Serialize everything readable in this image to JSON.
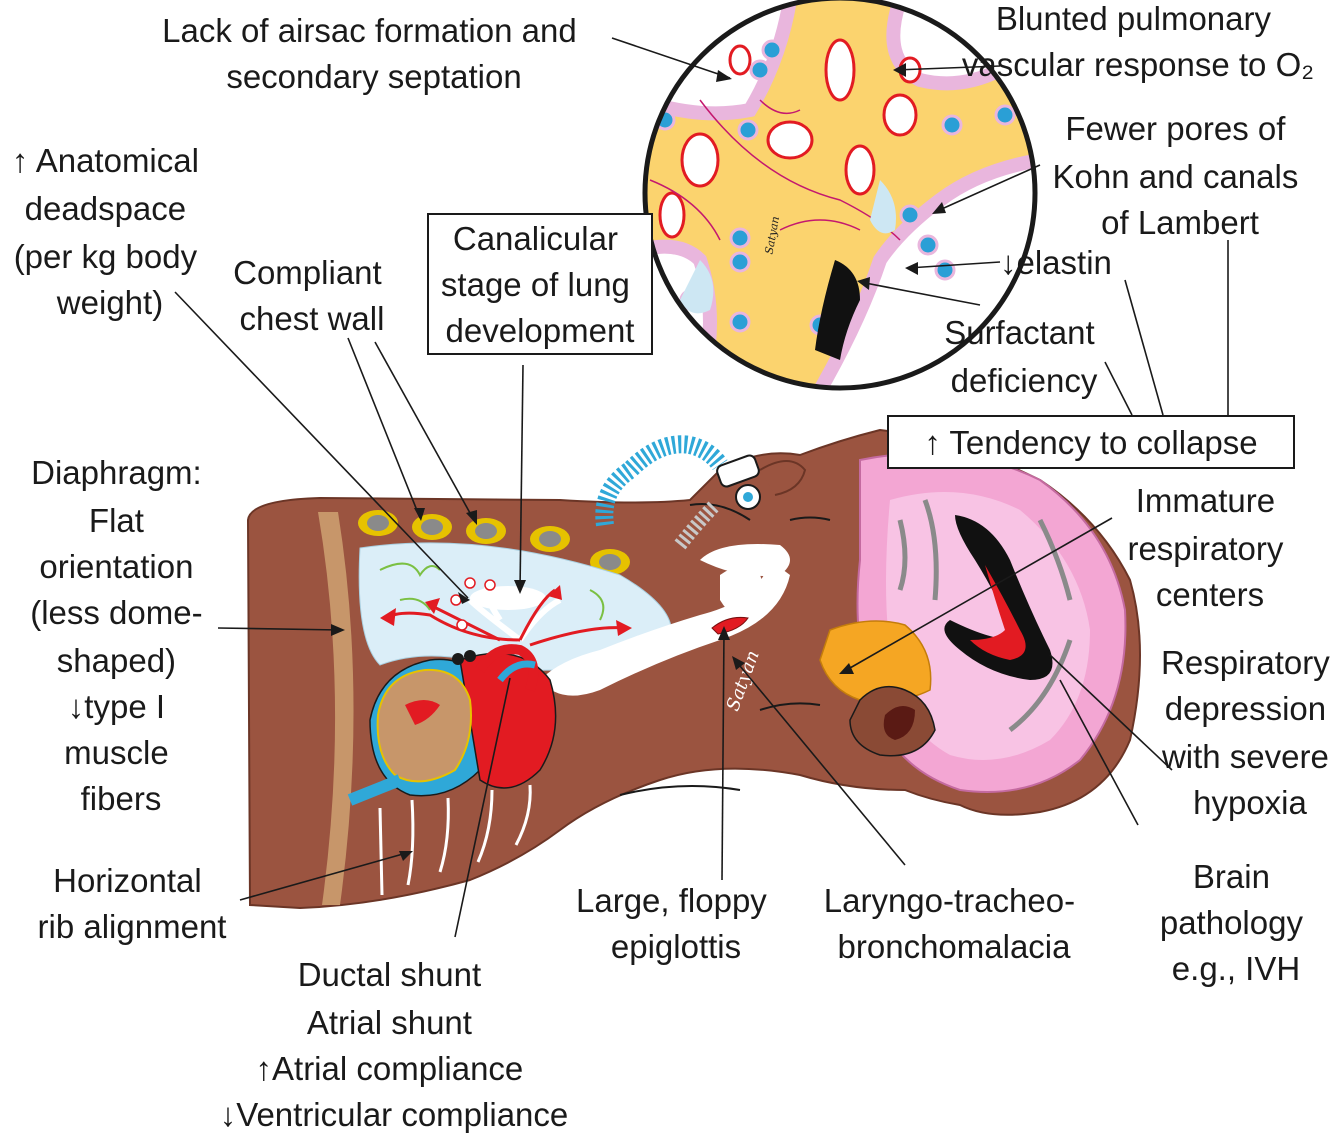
{
  "colors": {
    "skin": "#9b5440",
    "skin_dark": "#7a3e2e",
    "lung_fill": "#dbeef8",
    "alveolar_tissue": "#fbd36e",
    "alveolar_lining": "#e9b6dd",
    "cell_blue": "#2a9fd6",
    "vessel_red": "#e21b22",
    "brain_pink": "#f3a6d3",
    "cerebellum_orange": "#f5a623",
    "tube_blue": "#2fa8d8",
    "label_text": "#1a1a1a"
  },
  "labels": {
    "airsac": [
      "Lack of airsac formation and",
      "secondary septation"
    ],
    "blunted": [
      "Blunted pulmonary",
      "vascular response to O₂"
    ],
    "fewer_pores": [
      "Fewer pores of",
      "Kohn and canals",
      "of Lambert"
    ],
    "elastin": "↓elastin",
    "surfactant": [
      "Surfactant",
      "deficiency"
    ],
    "collapse": "↑ Tendency to collapse",
    "deadspace": [
      "↑ Anatomical",
      "deadspace",
      "(per kg body",
      "weight)"
    ],
    "chest_wall": [
      "Compliant",
      "chest wall"
    ],
    "canalicular": [
      "Canalicular",
      "stage of lung",
      "development"
    ],
    "diaphragm": [
      "Diaphragm:",
      "Flat",
      "orientation",
      "(less dome-",
      "shaped)",
      "↓type I",
      "muscle",
      "fibers"
    ],
    "rib": [
      "Horizontal",
      "rib alignment"
    ],
    "shunts": [
      "Ductal shunt",
      "Atrial shunt",
      "↑Atrial compliance",
      "↓Ventricular compliance"
    ],
    "epiglottis": [
      "Large, floppy",
      "epiglottis"
    ],
    "malacia": [
      "Laryngo-tracheo-",
      "bronchomalacia"
    ],
    "resp_centers": [
      "Immature",
      "respiratory",
      "centers"
    ],
    "resp_depression": [
      "Respiratory",
      "depression",
      "with severe",
      "hypoxia"
    ],
    "brain": [
      "Brain",
      "pathology",
      "e.g., IVH"
    ]
  },
  "signature": "Satyan"
}
